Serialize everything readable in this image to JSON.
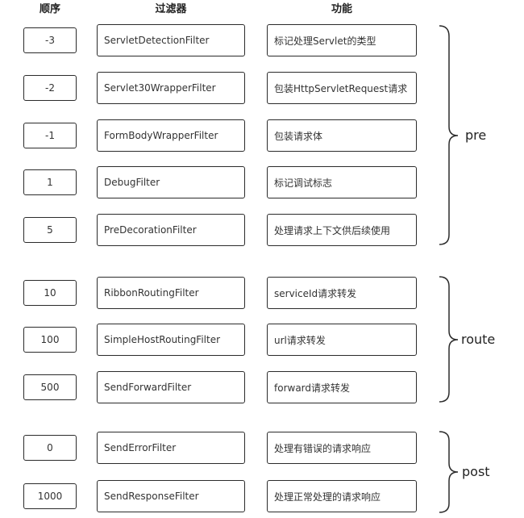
{
  "headers": {
    "order": "顺序",
    "filter": "过滤器",
    "function": "功能"
  },
  "groups": [
    {
      "stage": "pre",
      "rows": [
        {
          "order": "-3",
          "filter": "ServletDetectionFilter",
          "function": "标记处理Servlet的类型"
        },
        {
          "order": "-2",
          "filter": "Servlet30WrapperFilter",
          "function": "包装HttpServletRequest请求"
        },
        {
          "order": "-1",
          "filter": "FormBodyWrapperFilter",
          "function": "包装请求体"
        },
        {
          "order": "1",
          "filter": "DebugFilter",
          "function": "标记调试标志"
        },
        {
          "order": "5",
          "filter": "PreDecorationFilter",
          "function": "处理请求上下文供后续使用"
        }
      ]
    },
    {
      "stage": "route",
      "rows": [
        {
          "order": "10",
          "filter": "RibbonRoutingFilter",
          "function": "serviceId请求转发"
        },
        {
          "order": "100",
          "filter": "SimpleHostRoutingFilter",
          "function": "url请求转发"
        },
        {
          "order": "500",
          "filter": "SendForwardFilter",
          "function": "forward请求转发"
        }
      ]
    },
    {
      "stage": "post",
      "rows": [
        {
          "order": "0",
          "filter": "SendErrorFilter",
          "function": "处理有错误的请求响应"
        },
        {
          "order": "1000",
          "filter": "SendResponseFilter",
          "function": "处理正常处理的请求响应"
        }
      ]
    }
  ]
}
